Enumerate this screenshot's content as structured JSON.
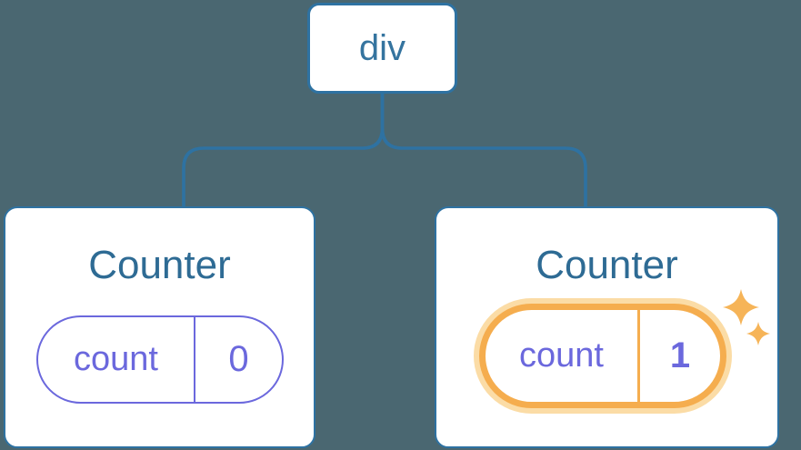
{
  "diagram": {
    "kind": "component-tree",
    "root": {
      "label": "div"
    },
    "children": [
      {
        "title": "Counter",
        "state": {
          "key": "count",
          "value": "0"
        },
        "highlighted": false
      },
      {
        "title": "Counter",
        "state": {
          "key": "count",
          "value": "1"
        },
        "highlighted": true
      }
    ]
  },
  "icons": {
    "sparkle_large": "sparkle-icon",
    "sparkle_small": "sparkle-icon"
  },
  "palette": {
    "background": "#4a6771",
    "line-blue": "#2e72a2",
    "title-blue": "#2e6b94",
    "node-text": "#35749f",
    "indigo": "#6b68dd",
    "orange": "#f5ad4e",
    "orange-halo": "#fbdca6",
    "sparkle": "#f6b458",
    "card-bg": "#ffffff"
  }
}
